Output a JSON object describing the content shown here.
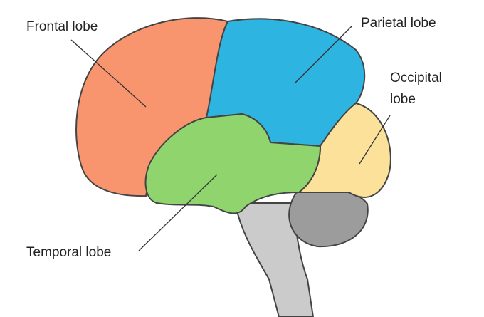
{
  "title": "Brain lobes diagram",
  "labels": {
    "frontal": "Frontal lobe",
    "parietal": "Parietal lobe",
    "occipital_line1": "Occipital",
    "occipital_line2": "lobe",
    "temporal": "Temporal lobe"
  },
  "colors": {
    "frontal": "#F8946E",
    "parietal": "#2DB4E0",
    "occipital": "#FCE19A",
    "temporal": "#8FD46C",
    "brainstem": "#CBCBCB",
    "cerebellum": "#9C9C9C"
  }
}
